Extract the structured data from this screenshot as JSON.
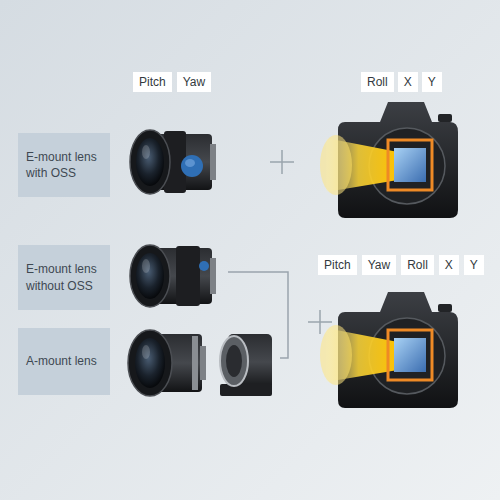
{
  "diagram": {
    "nodes": [
      {
        "text": [
          "Pitch"
        ]
      },
      {
        "text": [
          "Yaw"
        ]
      },
      {
        "text": [
          "Roll"
        ]
      },
      {
        "text": [
          "X"
        ]
      },
      {
        "text": [
          "Y"
        ]
      },
      {
        "text": [
          "E-mount lens with OSS"
        ]
      },
      {
        "text": [
          "E-mount lens without OSS"
        ]
      },
      {
        "text": [
          "Pitch"
        ]
      },
      {
        "text": [
          "Yaw"
        ]
      },
      {
        "text": [
          "Roll"
        ]
      },
      {
        "text": [
          "X"
        ]
      },
      {
        "text": [
          "Y"
        ]
      },
      {
        "text": [
          "A-mount lens"
        ]
      }
    ]
  }
}
